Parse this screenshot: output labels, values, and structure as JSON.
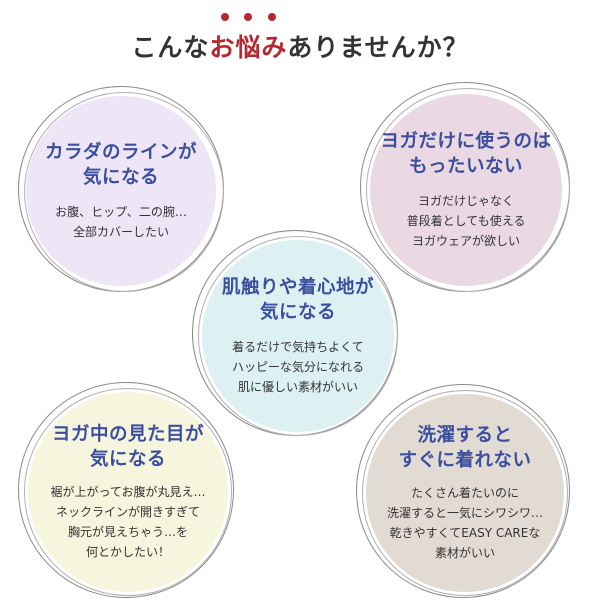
{
  "header": {
    "before": "こんな",
    "accent": "お悩み",
    "after": "ありませんか？"
  },
  "colors": {
    "accent": "#b7282e",
    "heading": "#3c4f9e",
    "lavender": "#eee5f6",
    "mauve": "#ead8e2",
    "aqua": "#ddf1f3",
    "cream": "#f6f5de",
    "taupe": "#e2dbd4"
  },
  "concerns": [
    {
      "heading": "カラダのラインが\n気になる",
      "body": "お腹、ヒップ、二の腕…\n全部カバーしたい"
    },
    {
      "heading": "ヨガだけに使うのは\nもったいない",
      "body": "ヨガだけじゃなく\n普段着としても使える\nヨガウェアが欲しい"
    },
    {
      "heading": "肌触りや着心地が\n気になる",
      "body": "着るだけで気持ちよくて\nハッピーな気分になれる\n肌に優しい素材がいい"
    },
    {
      "heading": "ヨガ中の見た目が\n気になる",
      "body": "裾が上がってお腹が丸見え…\nネックラインが開きすぎて\n胸元が見えちゃう…を\n何とかしたい！"
    },
    {
      "heading": "洗濯すると\nすぐに着れない",
      "body": "たくさん着たいのに\n洗濯すると一気にシワシワ…\n乾きやすくてEASY CAREな\n素材がいい"
    }
  ]
}
